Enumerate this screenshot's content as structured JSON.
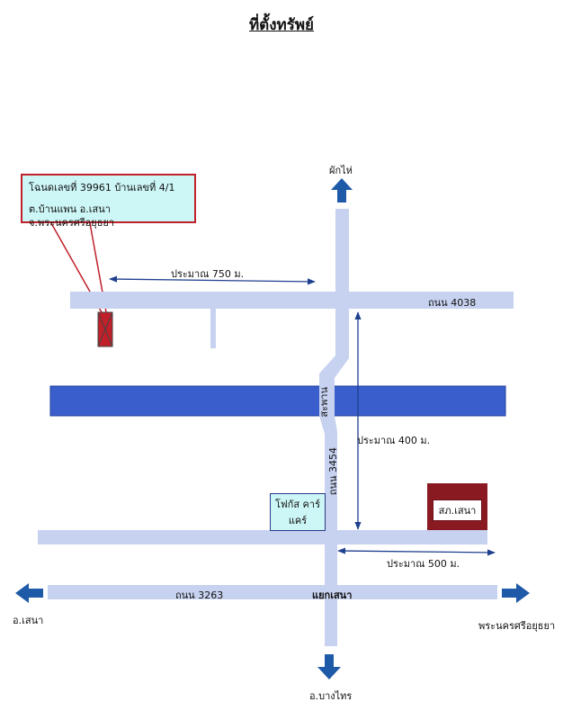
{
  "title": "ที่ตั้งทรัพย์",
  "deed_box": {
    "line1": "โฉนดเลขที่ 39961   บ้านเลขที่ 4/1",
    "line2": "ต.บ้านแพน  อ.เสนา  จ.พระนครศรีอยุธยา"
  },
  "roads": {
    "road_4038": "ถนน 4038",
    "road_3454": "ถนน 3454",
    "road_3263": "ถนน 3263",
    "bridge": "สะพาน",
    "junction": "แยกเสนา"
  },
  "distances": {
    "d750": "ประมาณ 750 ม.",
    "d400": "ประมาณ 400 ม.",
    "d500": "ประมาณ 500 ม."
  },
  "buildings": {
    "photos_care": "โฟกัส คาร์แคร์",
    "police_station": "สภ.เสนา"
  },
  "directions": {
    "north": "ผักไห่",
    "west": "อ.เสนา",
    "east": "พระนครศรีอยุธยา",
    "south": "อ.บางไทร"
  },
  "colors": {
    "road": "#c7d2f0",
    "river": "#3a5fcd",
    "arrow": "#1f5aa8",
    "plot": "#c0202a",
    "callout": "#cdf6f6",
    "police": "#8a1a22"
  }
}
